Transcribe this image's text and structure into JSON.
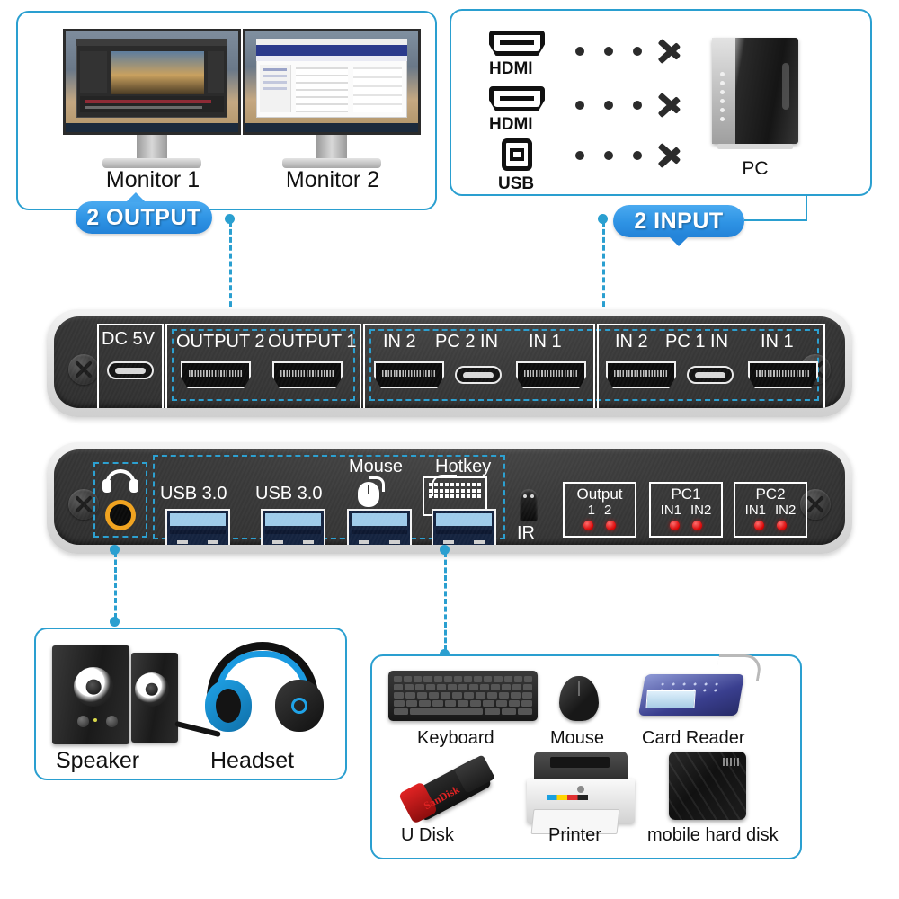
{
  "product": {
    "type": "KVM switch connection diagram",
    "accent_color": "#2a9fd0",
    "badge_color": "#2e93e4"
  },
  "output_box": {
    "badge": "2 OUTPUT",
    "monitors": [
      {
        "label": "Monitor 1"
      },
      {
        "label": "Monitor 2"
      }
    ]
  },
  "input_box": {
    "badge": "2 INPUT",
    "connectors": [
      {
        "icon": "hdmi-icon",
        "label": "HDMI"
      },
      {
        "icon": "hdmi-icon",
        "label": "HDMI"
      },
      {
        "icon": "usb-b-icon",
        "label": "USB"
      }
    ],
    "target": "PC"
  },
  "rear_panel": {
    "groups": [
      {
        "name": "power",
        "labels": [
          "DC 5V"
        ],
        "ports": [
          "usb-c"
        ]
      },
      {
        "name": "outputs",
        "labels": [
          "OUTPUT 2",
          "OUTPUT 1"
        ],
        "ports": [
          "hdmi",
          "hdmi"
        ],
        "highlighted": true
      },
      {
        "name": "pc2",
        "labels": [
          "IN 2",
          "PC 2 IN",
          "IN 1"
        ],
        "ports": [
          "hdmi",
          "usb-c",
          "hdmi"
        ],
        "highlighted": true
      },
      {
        "name": "pc1",
        "labels": [
          "IN 2",
          "PC 1 IN",
          "IN 1"
        ],
        "ports": [
          "hdmi",
          "usb-c",
          "hdmi"
        ],
        "highlighted": true
      }
    ]
  },
  "front_panel": {
    "audio_jack": {
      "icon": "headphone-icon"
    },
    "usb_ports": [
      {
        "label": "USB 3.0",
        "icon": ""
      },
      {
        "label": "USB 3.0",
        "icon": ""
      },
      {
        "label": "Mouse",
        "icon": "mouse-icon"
      },
      {
        "label": "Hotkey",
        "icon": "keyboard-icon"
      }
    ],
    "ir": {
      "label": "IR"
    },
    "led_groups": [
      {
        "title": "Output",
        "sub": [
          "1",
          "2"
        ]
      },
      {
        "title": "PC1",
        "sub": [
          "IN1",
          "IN2"
        ]
      },
      {
        "title": "PC2",
        "sub": [
          "IN1",
          "IN2"
        ]
      }
    ]
  },
  "audio_box": {
    "items": [
      {
        "label": "Speaker"
      },
      {
        "label": "Headset"
      }
    ]
  },
  "peripherals_box": {
    "row1": [
      {
        "label": "Keyboard"
      },
      {
        "label": "Mouse"
      },
      {
        "label": "Card Reader"
      }
    ],
    "row2": [
      {
        "label": "U Disk",
        "brand": "SanDisk"
      },
      {
        "label": "Printer"
      },
      {
        "label": "mobile hard disk"
      }
    ]
  }
}
